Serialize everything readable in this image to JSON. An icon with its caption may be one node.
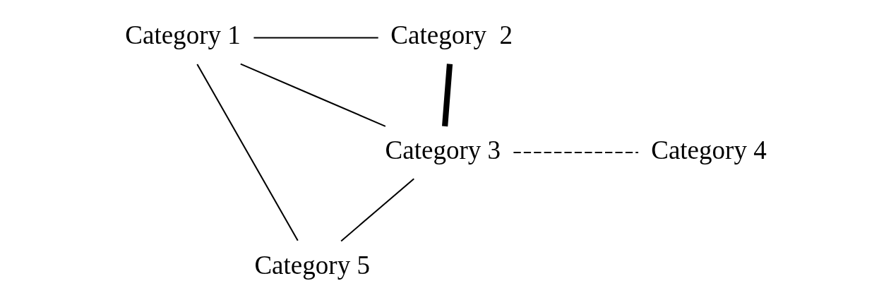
{
  "diagram": {
    "nodes": [
      {
        "text": [
          "Category 1"
        ]
      },
      {
        "text": [
          "Category  2"
        ]
      },
      {
        "text": [
          "Category 3"
        ]
      },
      {
        "text": [
          "Category 4"
        ]
      },
      {
        "text": [
          "Category 5"
        ]
      }
    ],
    "edges": [
      {
        "from": 0,
        "to": 1,
        "arrow": "none"
      },
      {
        "from": 0,
        "to": 2,
        "arrow": "none"
      },
      {
        "from": 1,
        "to": 2,
        "arrow": "none",
        "style": "thick"
      },
      {
        "from": 2,
        "to": 3,
        "arrow": "none",
        "style": "dashed"
      },
      {
        "from": 2,
        "to": 4,
        "arrow": "none"
      },
      {
        "from": 0,
        "to": 4,
        "arrow": "none"
      }
    ]
  }
}
